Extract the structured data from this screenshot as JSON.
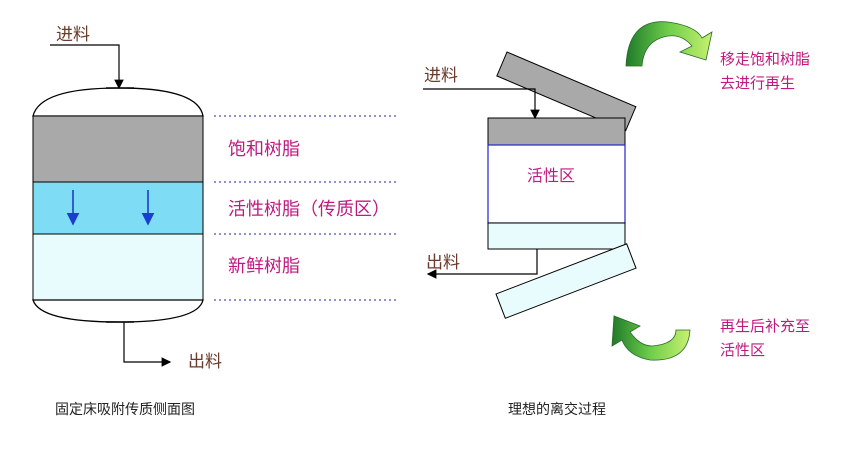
{
  "left": {
    "feed_in": "进料",
    "layer_saturated": "饱和树脂",
    "layer_active": "活性树脂（传质区）",
    "layer_fresh": "新鲜树脂",
    "feed_out": "出料",
    "caption": "固定床吸附传质侧面图"
  },
  "right": {
    "feed_in": "进料",
    "active_zone": "活性区",
    "feed_out": "出料",
    "note_top_line1": "移走饱和树脂",
    "note_top_line2": "去进行再生",
    "note_bottom_line1": "再生后补充至",
    "note_bottom_line2": "活性区",
    "caption": "理想的离交过程"
  },
  "colors": {
    "saturated": "#a9a9a9",
    "active": "#7fdcf5",
    "fresh": "#e8fbfd",
    "arrow_green": "#2a9a3a",
    "label_magenta": "#c0197f",
    "flow_arrow_blue": "#1a3fcf",
    "column_border_blue": "#2222cc"
  }
}
